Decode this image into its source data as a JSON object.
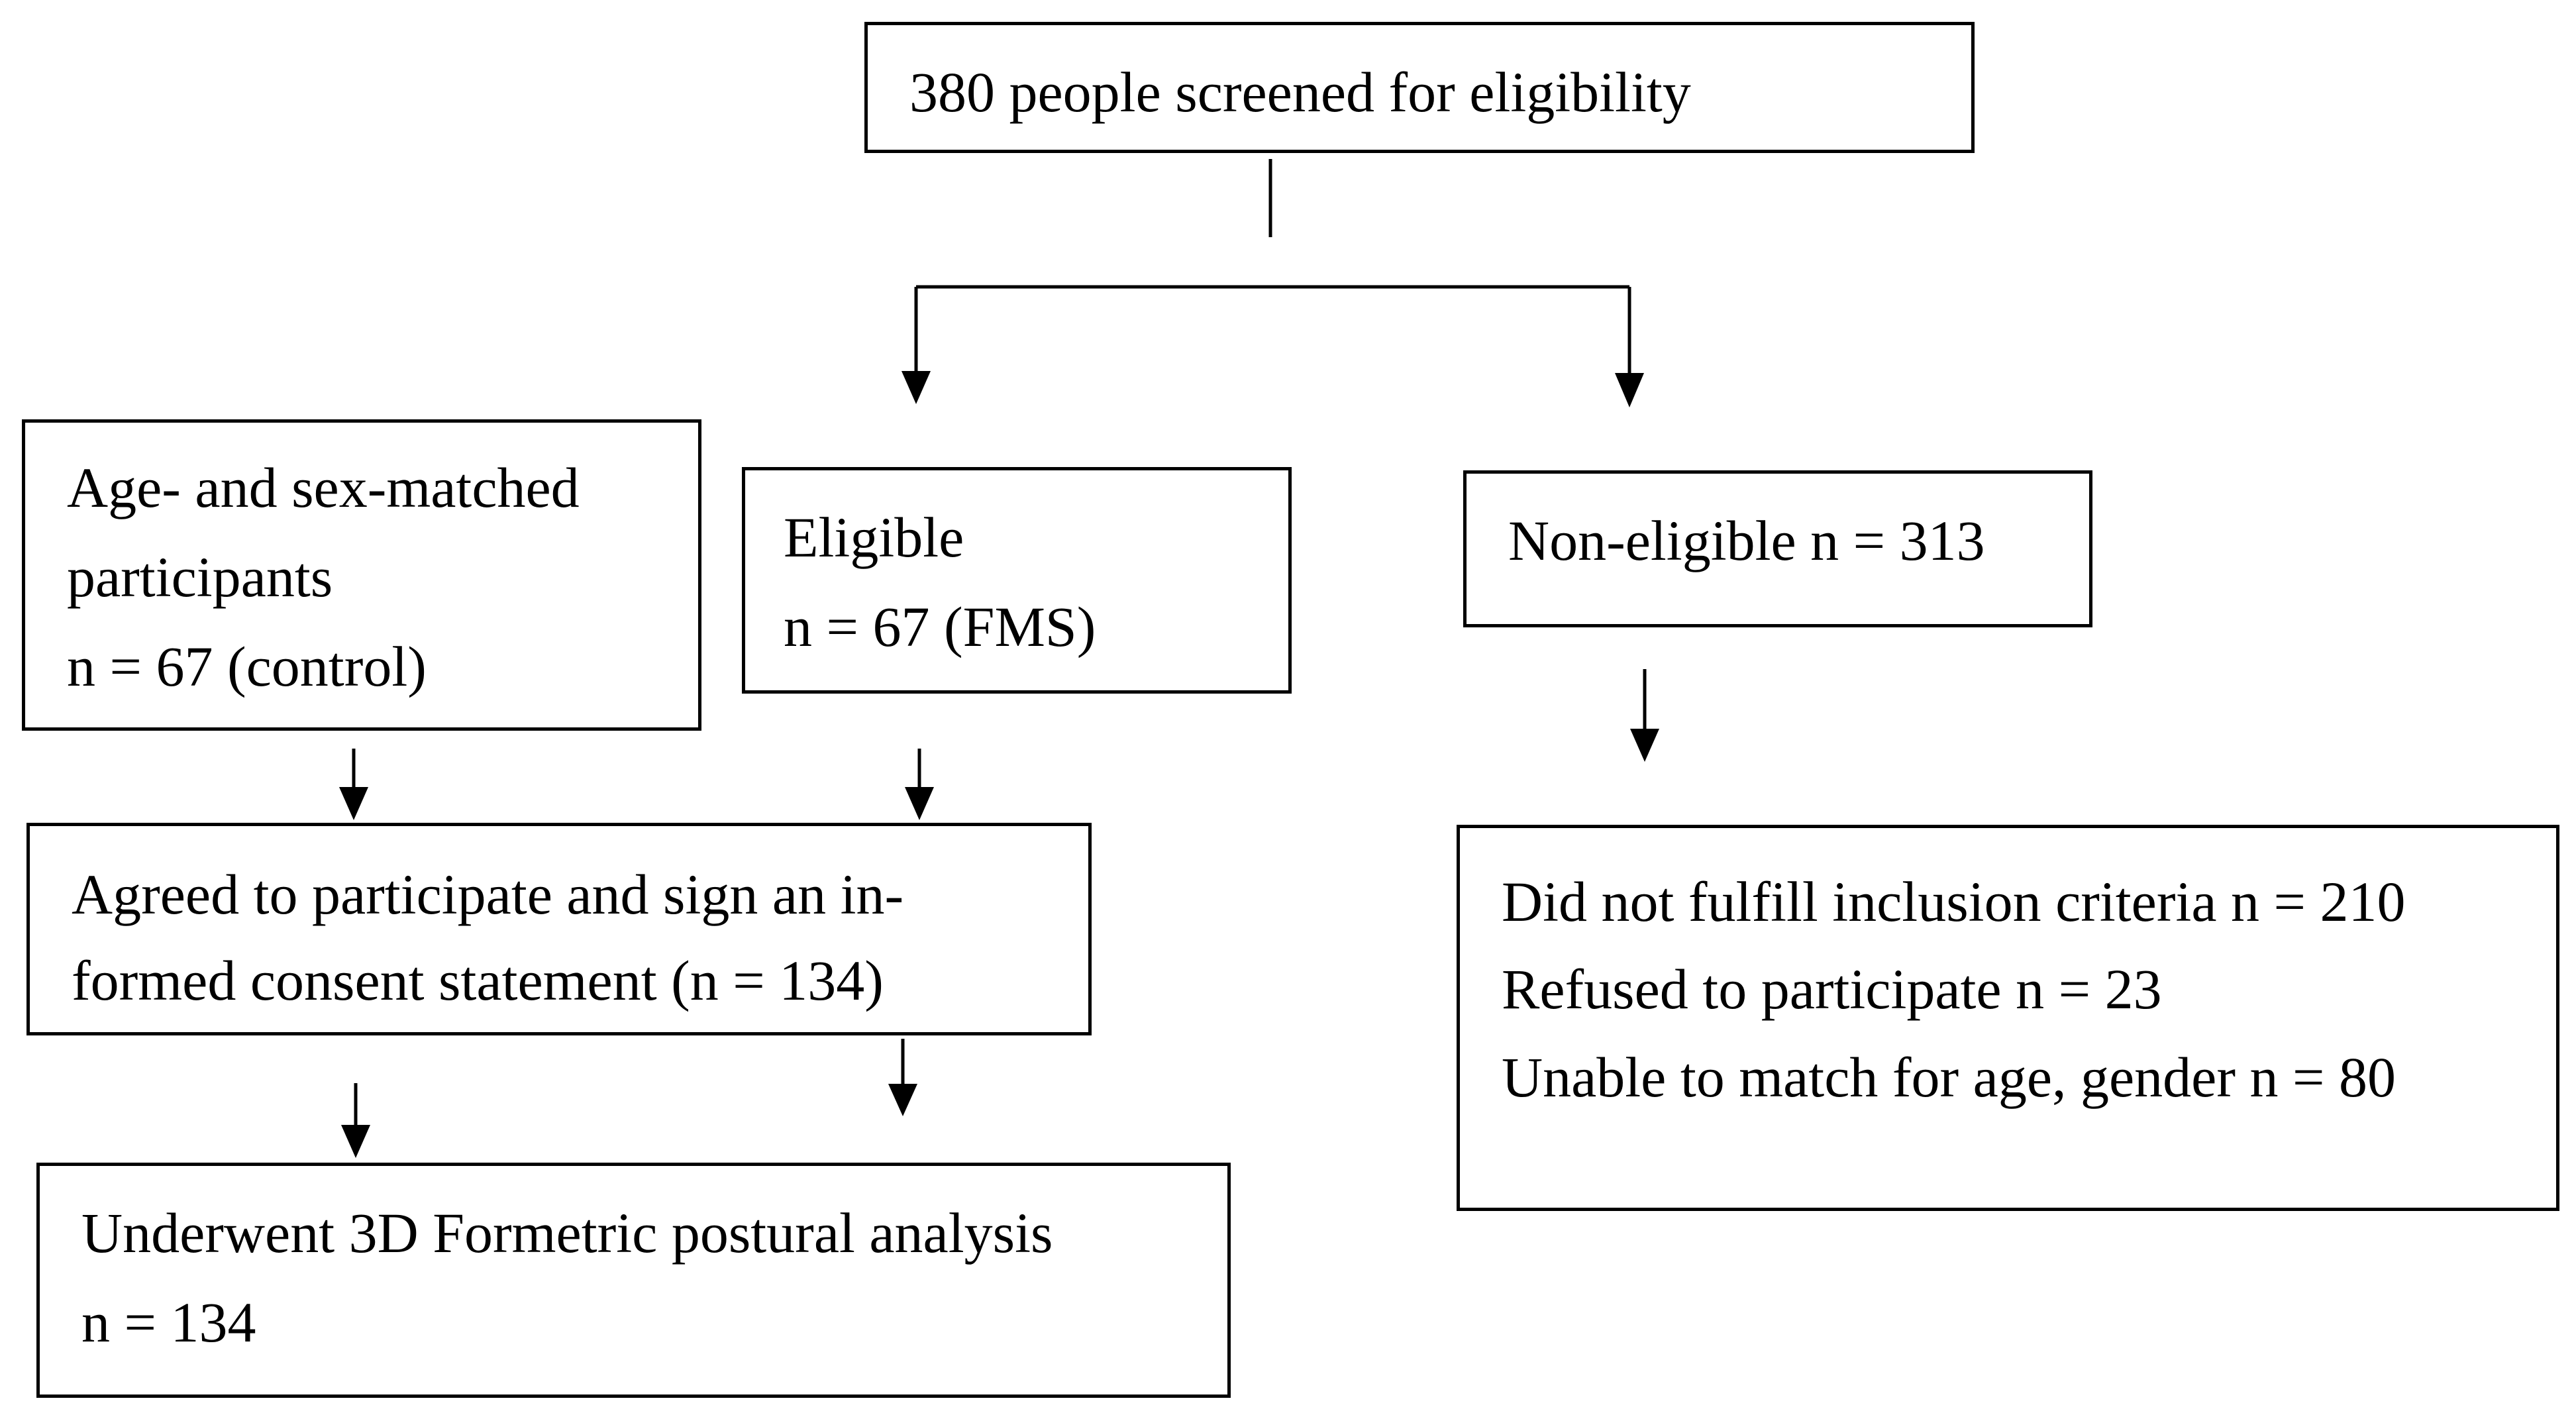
{
  "colors": {
    "stroke": "#000000",
    "background": "#ffffff"
  },
  "flowchart": {
    "screened": "380 people screened for eligibility",
    "control": {
      "line1": "Age- and sex-matched",
      "line2": "participants",
      "line3": "n = 67 (control)"
    },
    "eligible": {
      "line1": "Eligible",
      "line2": "n = 67 (FMS)"
    },
    "non_eligible": "Non-eligible n = 313",
    "agreed": {
      "line1": "Agreed to participate and sign an in-",
      "line2": "formed consent statement (n = 134)"
    },
    "exclusions": {
      "line1": "Did not fulfill inclusion criteria n = 210",
      "line2": "Refused to participate n = 23",
      "line3": "Unable to match for age, gender n = 80"
    },
    "underwent": {
      "line1": "Underwent 3D Formetric postural analysis",
      "line2": "n = 134"
    }
  }
}
